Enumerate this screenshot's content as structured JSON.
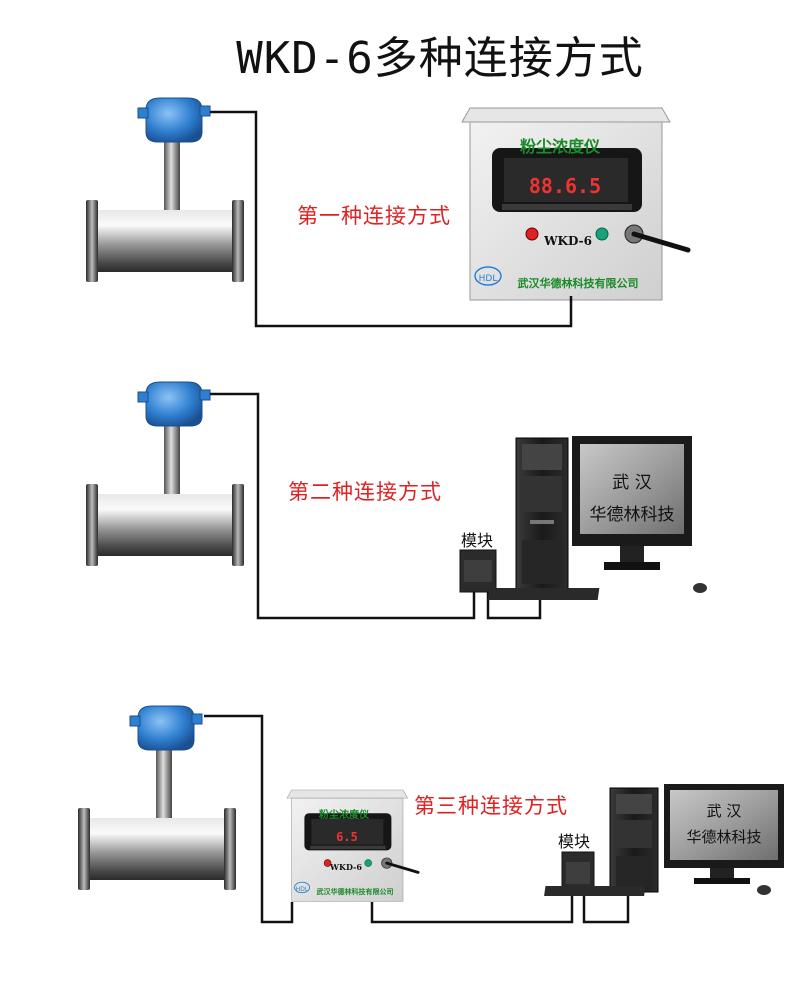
{
  "title": "WKD-6多种连接方式",
  "methods": [
    {
      "caption": "第一种连接方式"
    },
    {
      "caption": "第二种连接方式",
      "module_label": "模块",
      "screen_line1": "武 汉",
      "screen_line2": "华德林科技"
    },
    {
      "caption": "第三种连接方式",
      "module_label": "模块",
      "screen_line1": "武 汉",
      "screen_line2": "华德林科技"
    }
  ],
  "instrument": {
    "name": "粉尘浓度仪",
    "model": "WKD-6",
    "display": "88.6.5",
    "display_short": "6.5",
    "logo": "HDL",
    "company": "武汉华德林科技有限公司"
  },
  "colors": {
    "caption": "#dd2222",
    "instrument_text": "#1a8a2a",
    "sensor_head": "#2f7fd0",
    "cable": "#111111"
  }
}
